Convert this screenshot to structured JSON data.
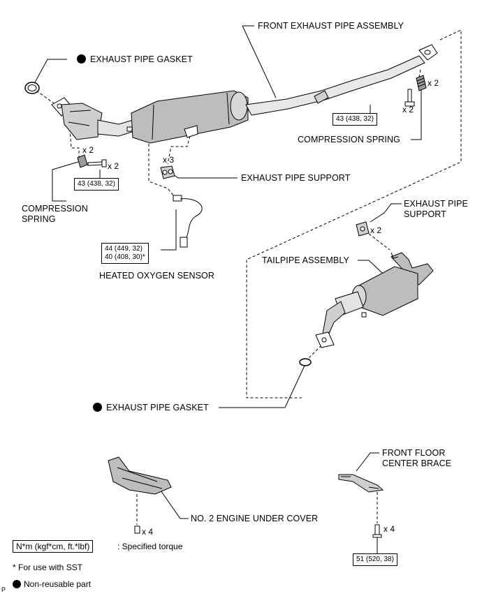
{
  "labels": {
    "front_exhaust_pipe_assembly": "FRONT EXHAUST PIPE ASSEMBLY",
    "exhaust_pipe_gasket_top": "EXHAUST PIPE GASKET",
    "exhaust_pipe_gasket_bottom": "EXHAUST PIPE GASKET",
    "compression_spring_right": "COMPRESSION SPRING",
    "compression_spring_left": "COMPRESSION\nSPRING",
    "exhaust_pipe_support_center": "EXHAUST PIPE SUPPORT",
    "exhaust_pipe_support_right": "EXHAUST PIPE\nSUPPORT",
    "heated_oxygen_sensor": "HEATED OXYGEN SENSOR",
    "tailpipe_assembly": "TAILPIPE ASSEMBLY",
    "no2_engine_under_cover": "NO. 2 ENGINE UNDER COVER",
    "front_floor_center_brace": "FRONT FLOOR\nCENTER BRACE"
  },
  "torques": {
    "flange_bolt_left": "43 (438, 32)",
    "flange_bolt_right": "43 (438, 32)",
    "oxygen_sensor": "44 (449, 32)\n40 (408, 30)*",
    "brace_bolt": "51 (520, 38)"
  },
  "quantities": {
    "spring_right": "x 2",
    "bolt_right": "x 2",
    "spring_left": "x 2",
    "bolt_left": "x 2",
    "support_center": "x 3",
    "support_right": "x 2",
    "under_cover_clip": "x 4",
    "brace_bolt": "x 4"
  },
  "legend": {
    "torque_box": "N*m (kgf*cm, ft.*lbf)",
    "torque_desc": ": Specified torque",
    "sst_note": "* For use with SST",
    "non_reusable": "Non-reusable part"
  },
  "corner_mark": "P"
}
